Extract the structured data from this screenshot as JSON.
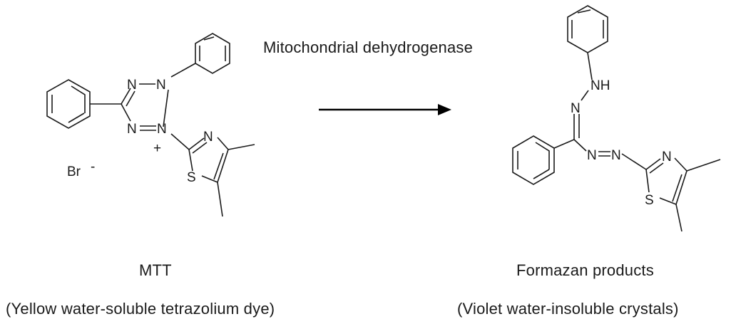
{
  "reaction": {
    "enzyme_label": "Mitochondrial dehydrogenase",
    "reactant": {
      "name": "MTT",
      "description": "(Yellow water-soluble tetrazolium dye)",
      "atom_labels": {
        "n1": "N",
        "n2": "N",
        "n3": "N",
        "n4": "N",
        "n_thiazole": "N",
        "s_thiazole": "S",
        "charge": "+",
        "counterion": "Br",
        "counterion_charge": "-"
      }
    },
    "product": {
      "name": "Formazan products",
      "description": "(Violet water-insoluble crystals)",
      "atom_labels": {
        "n_hydrazone": "N",
        "nh": "NH",
        "n_azo_1": "N",
        "n_azo_2": "N",
        "n_thiazole": "N",
        "s_thiazole": "S"
      }
    }
  }
}
